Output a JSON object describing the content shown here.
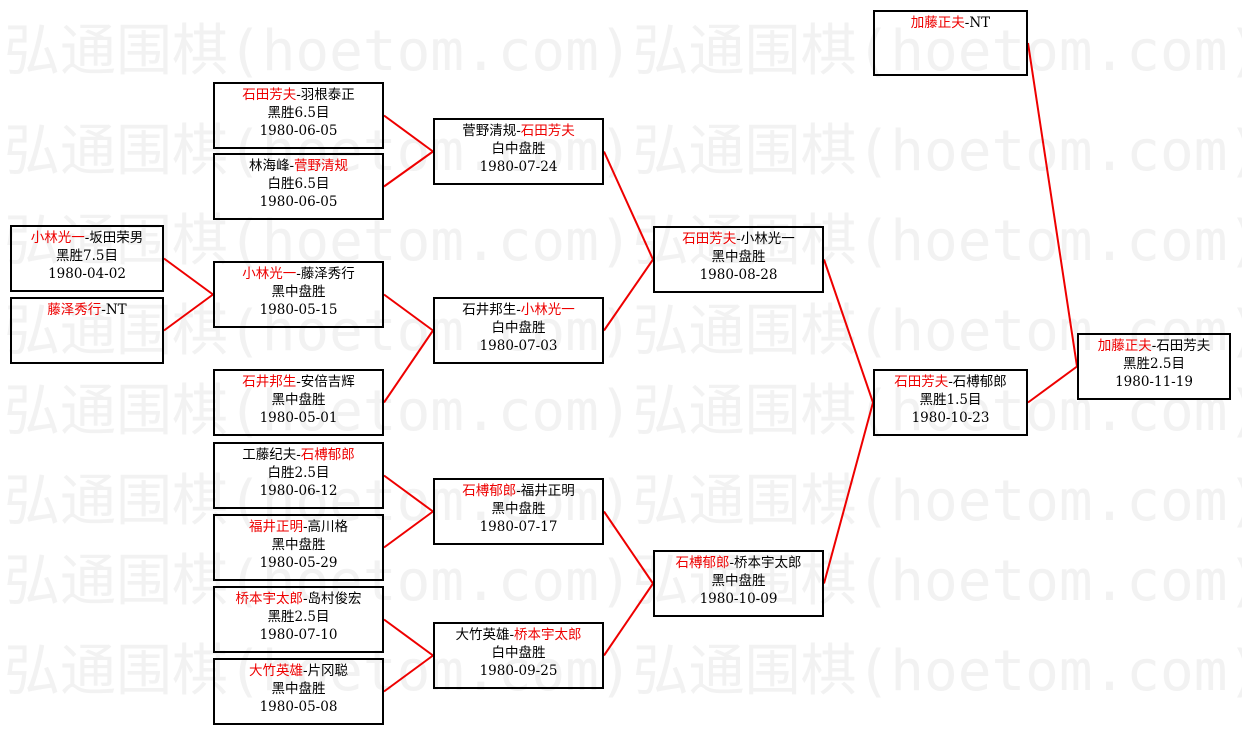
{
  "watermark": {
    "text": "弘通围棋(hoetom.com)弘通围棋(hoetom.com)",
    "rows": 8
  },
  "colors": {
    "winner": "#ee0000",
    "line": "#ee0000",
    "border": "#000000"
  },
  "games": [
    {
      "id": "g1",
      "p1": "小林光一",
      "sep": "-",
      "p2": "坂田荣男",
      "winner": 1,
      "result": "黑胜7.5目",
      "date": "1980-04-02"
    },
    {
      "id": "g2",
      "p1": "藤泽秀行",
      "sep": "-",
      "p2": "NT",
      "winner": 1,
      "result": "",
      "date": ""
    },
    {
      "id": "g3",
      "p1": "石田芳夫",
      "sep": "-",
      "p2": "羽根泰正",
      "winner": 1,
      "result": "黑胜6.5目",
      "date": "1980-06-05"
    },
    {
      "id": "g4",
      "p1": "林海峰",
      "sep": "-",
      "p2": "菅野清规",
      "winner": 2,
      "result": "白胜6.5目",
      "date": "1980-06-05"
    },
    {
      "id": "g5",
      "p1": "小林光一",
      "sep": "-",
      "p2": "藤泽秀行",
      "winner": 1,
      "result": "黑中盘胜",
      "date": "1980-05-15"
    },
    {
      "id": "g6",
      "p1": "石井邦生",
      "sep": "-",
      "p2": "安倍吉辉",
      "winner": 1,
      "result": "黑中盘胜",
      "date": "1980-05-01"
    },
    {
      "id": "g7",
      "p1": "工藤纪夫",
      "sep": "-",
      "p2": "石榑郁郎",
      "winner": 2,
      "result": "白胜2.5目",
      "date": "1980-06-12"
    },
    {
      "id": "g8",
      "p1": "福井正明",
      "sep": "-",
      "p2": "高川格",
      "winner": 1,
      "result": "黑中盘胜",
      "date": "1980-05-29"
    },
    {
      "id": "g9",
      "p1": "桥本宇太郎",
      "sep": "-",
      "p2": "岛村俊宏",
      "winner": 1,
      "result": "黑胜2.5目",
      "date": "1980-07-10"
    },
    {
      "id": "g10",
      "p1": "大竹英雄",
      "sep": "-",
      "p2": "片冈聪",
      "winner": 1,
      "result": "黑中盘胜",
      "date": "1980-05-08"
    },
    {
      "id": "g11",
      "p1": "菅野清规",
      "sep": "-",
      "p2": "石田芳夫",
      "winner": 2,
      "result": "白中盘胜",
      "date": "1980-07-24"
    },
    {
      "id": "g12",
      "p1": "石井邦生",
      "sep": "-",
      "p2": "小林光一",
      "winner": 2,
      "result": "白中盘胜",
      "date": "1980-07-03"
    },
    {
      "id": "g13",
      "p1": "石榑郁郎",
      "sep": "-",
      "p2": "福井正明",
      "winner": 1,
      "result": "黑中盘胜",
      "date": "1980-07-17"
    },
    {
      "id": "g14",
      "p1": "大竹英雄",
      "sep": "-",
      "p2": "桥本宇太郎",
      "winner": 2,
      "result": "白中盘胜",
      "date": "1980-09-25"
    },
    {
      "id": "g15",
      "p1": "石田芳夫",
      "sep": "-",
      "p2": "小林光一",
      "winner": 1,
      "result": "黑中盘胜",
      "date": "1980-08-28"
    },
    {
      "id": "g16",
      "p1": "石榑郁郎",
      "sep": "-",
      "p2": "桥本宇太郎",
      "winner": 1,
      "result": "黑中盘胜",
      "date": "1980-10-09"
    },
    {
      "id": "g17",
      "p1": "石田芳夫",
      "sep": "-",
      "p2": "石榑郁郎",
      "winner": 1,
      "result": "黑胜1.5目",
      "date": "1980-10-23"
    },
    {
      "id": "g18",
      "p1": "加藤正夫",
      "sep": "-",
      "p2": "NT",
      "winner": 1,
      "result": "",
      "date": ""
    },
    {
      "id": "g19",
      "p1": "加藤正夫",
      "sep": "-",
      "p2": "石田芳夫",
      "winner": 1,
      "result": "黑胜2.5目",
      "date": "1980-11-19"
    }
  ]
}
